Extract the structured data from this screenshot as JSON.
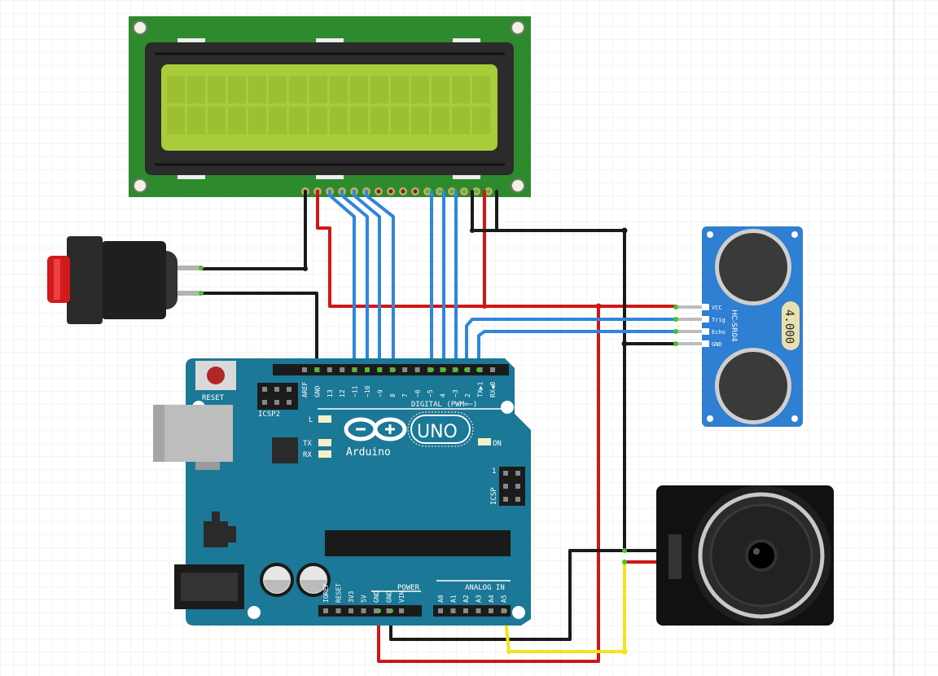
{
  "arduino": {
    "reset_label": "RESET",
    "icsp2_label": "ICSP2",
    "icsp_label": "ICSP",
    "icsp_pin1": "1",
    "digital_label": "DIGITAL (PWM=~)",
    "brand": "Arduino",
    "model": "UNO",
    "on_label": "ON",
    "led_l": "L",
    "led_tx": "TX",
    "led_rx": "RX",
    "power_label": "POWER",
    "analog_label": "ANALOG IN",
    "digital_pins": [
      "AREF",
      "GND",
      "13",
      "12",
      "~11",
      "~10",
      "~9",
      "8",
      "7",
      "~6",
      "~5",
      "4",
      "~3",
      "2",
      "TX▶1",
      "RX◀0"
    ],
    "power_pins": [
      "IOREF",
      "RESET",
      "3V3",
      "5V",
      "GND",
      "GND",
      "VIN"
    ],
    "analog_pins": [
      "A0",
      "A1",
      "A2",
      "A3",
      "A4",
      "A5"
    ]
  },
  "sensor": {
    "model": "HC-SR04",
    "label": "4.000",
    "pins": [
      "VCC",
      "Trig",
      "Echo",
      "GND"
    ]
  },
  "colors": {
    "board_teal": "#1b7896",
    "lcd_green": "#2d8a2d",
    "lcd_screen": "#a9cc3a",
    "sensor_blue": "#2f7fd2",
    "wire_red": "#d01616",
    "wire_black": "#1a1a1a",
    "wire_blue": "#2f86dd",
    "wire_yellow": "#f2e41a",
    "button_red": "#d31a1a"
  },
  "components": [
    "lcd-16x2",
    "push-button",
    "arduino-uno",
    "hc-sr04",
    "speaker"
  ]
}
